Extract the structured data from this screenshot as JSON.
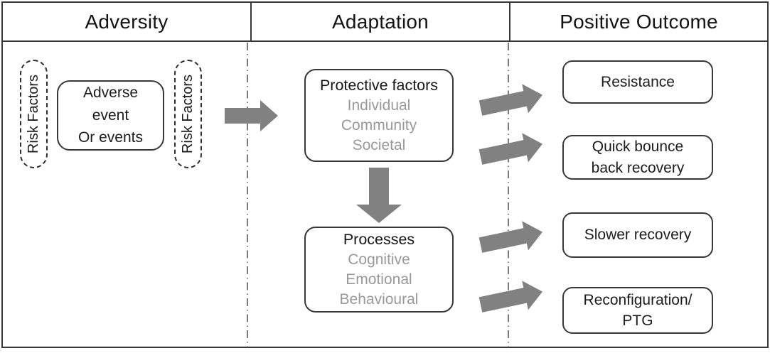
{
  "header": {
    "columns": [
      "Adversity",
      "Adaptation",
      "Positive Outcome"
    ]
  },
  "adversity": {
    "risk_factors_left": "Risk Factors",
    "risk_factors_right": "Risk Factors",
    "adverse_event": "Adverse\nevent\nOr events"
  },
  "adaptation": {
    "protective_factors": {
      "title": "Protective factors",
      "levels": "Individual\nCommunity\nSocietal"
    },
    "processes": {
      "title": "Processes",
      "types": "Cognitive\nEmotional\nBehavioural"
    }
  },
  "positive_outcome": {
    "outcomes": [
      "Resistance",
      "Quick bounce\nback recovery",
      "Slower recovery",
      "Reconfiguration/\nPTG"
    ]
  },
  "colors": {
    "arrow": "#818181",
    "muted_text": "#999999",
    "box_border": "#383838",
    "divider": "#595959"
  }
}
